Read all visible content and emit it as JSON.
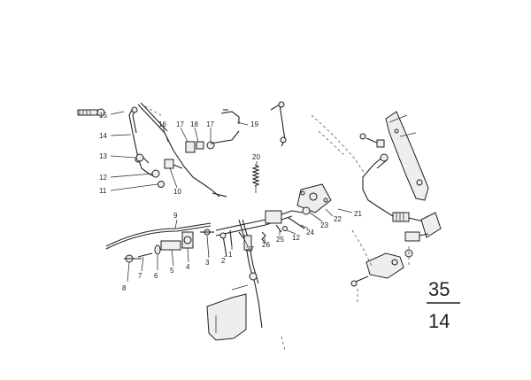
{
  "diagram": {
    "page_number": {
      "top": "35",
      "bottom": "14"
    },
    "labels": [
      {
        "id": "l1",
        "text": "1"
      },
      {
        "id": "l2",
        "text": "2"
      },
      {
        "id": "l3",
        "text": "3"
      },
      {
        "id": "l4",
        "text": "4"
      },
      {
        "id": "l5",
        "text": "5"
      },
      {
        "id": "l6",
        "text": "6"
      },
      {
        "id": "l7",
        "text": "7"
      },
      {
        "id": "l8",
        "text": "8"
      },
      {
        "id": "l9",
        "text": "9"
      },
      {
        "id": "l10",
        "text": "10"
      },
      {
        "id": "l11",
        "text": "11"
      },
      {
        "id": "l12a",
        "text": "12"
      },
      {
        "id": "l12b",
        "text": "12"
      },
      {
        "id": "l13",
        "text": "13"
      },
      {
        "id": "l14",
        "text": "14"
      },
      {
        "id": "l15",
        "text": "15"
      },
      {
        "id": "l16",
        "text": "16"
      },
      {
        "id": "l17a",
        "text": "17"
      },
      {
        "id": "l17b",
        "text": "17"
      },
      {
        "id": "l18",
        "text": "18"
      },
      {
        "id": "l19",
        "text": "19"
      },
      {
        "id": "l20",
        "text": "20"
      },
      {
        "id": "l21",
        "text": "21"
      },
      {
        "id": "l22",
        "text": "22"
      },
      {
        "id": "l23",
        "text": "23"
      },
      {
        "id": "l24",
        "text": "24"
      },
      {
        "id": "l25",
        "text": "25"
      },
      {
        "id": "l26",
        "text": "26"
      },
      {
        "id": "l27",
        "text": "27"
      }
    ]
  }
}
